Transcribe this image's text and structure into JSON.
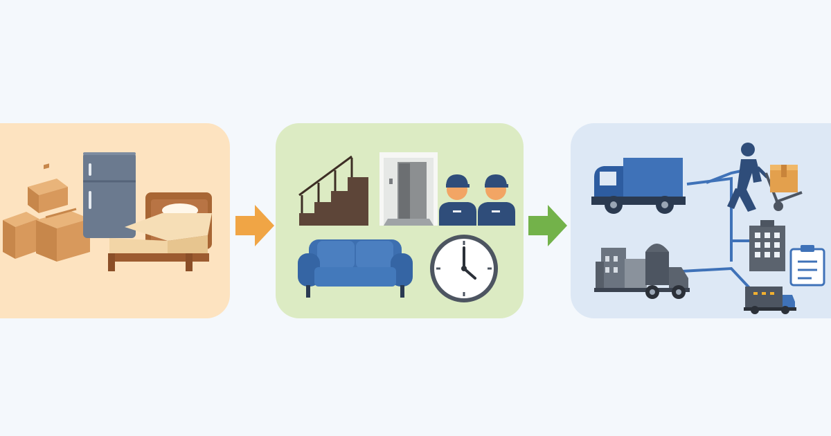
{
  "diagram": {
    "kind": "three-step process flow",
    "stages": [
      {
        "id": "stage-1",
        "background": "#fde3c0",
        "icons": [
          "cardboard-boxes-icon",
          "refrigerator-icon",
          "bed-icon"
        ]
      },
      {
        "id": "stage-2",
        "background": "#dcebc3",
        "icons": [
          "staircase-icon",
          "elevator-icon",
          "movers-icon",
          "sofa-icon",
          "clock-icon"
        ]
      },
      {
        "id": "stage-3",
        "background": "#dde8f5",
        "icons": [
          "moving-truck-icon",
          "worker-hand-truck-icon",
          "warehouse-truck-icon",
          "building-icon",
          "checklist-icon",
          "delivery-van-icon",
          "route-lines-icon"
        ]
      }
    ],
    "connectors": [
      {
        "from": "stage-1",
        "to": "stage-2",
        "color": "#f0a545"
      },
      {
        "from": "stage-2",
        "to": "stage-3",
        "color": "#73b24a"
      }
    ],
    "colors": {
      "page_background": "#f4f8fc",
      "accent_blue": "#3f6fae",
      "navy": "#2f4d7a",
      "cardboard": "#d8995c",
      "wood": "#9c5b30"
    }
  }
}
